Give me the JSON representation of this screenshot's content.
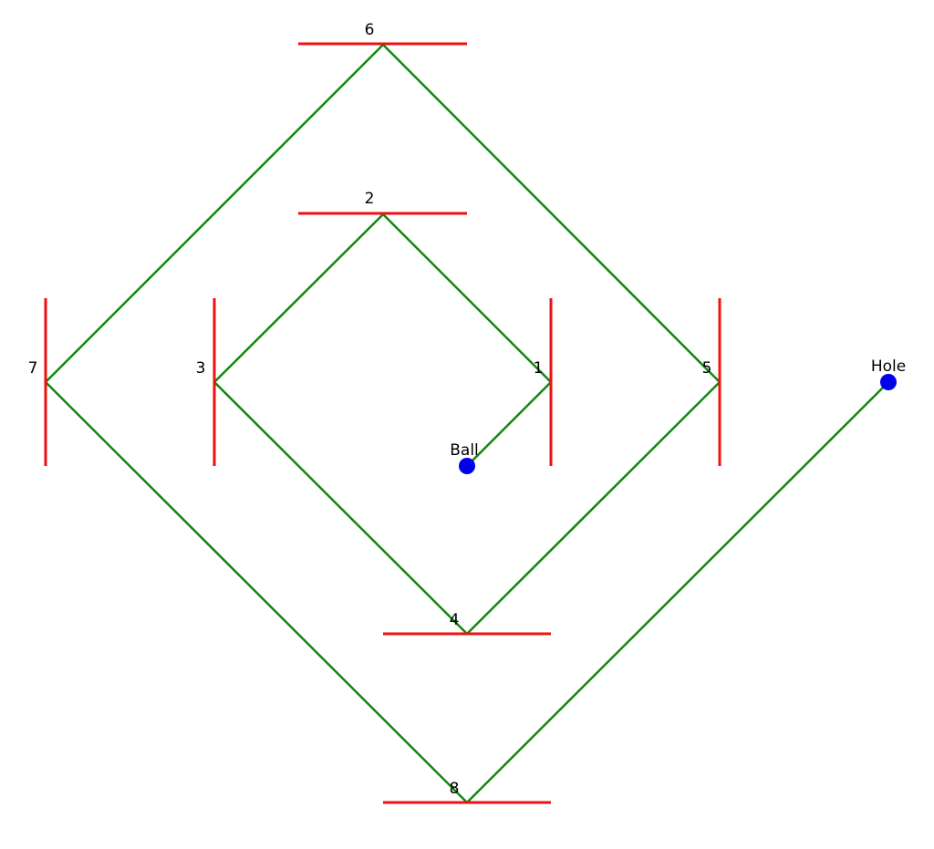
{
  "diagram": {
    "colors": {
      "background": "#ffffff",
      "wall": "#ee1111",
      "path": "#118811",
      "point": "#0000ee",
      "text": "#000000"
    },
    "walls": [
      {
        "label": "1"
      },
      {
        "label": "2"
      },
      {
        "label": "3"
      },
      {
        "label": "4"
      },
      {
        "label": "5"
      },
      {
        "label": "6"
      },
      {
        "label": "7"
      },
      {
        "label": "8"
      }
    ],
    "ball": {
      "label": "Ball"
    },
    "hole": {
      "label": "Hole"
    }
  }
}
